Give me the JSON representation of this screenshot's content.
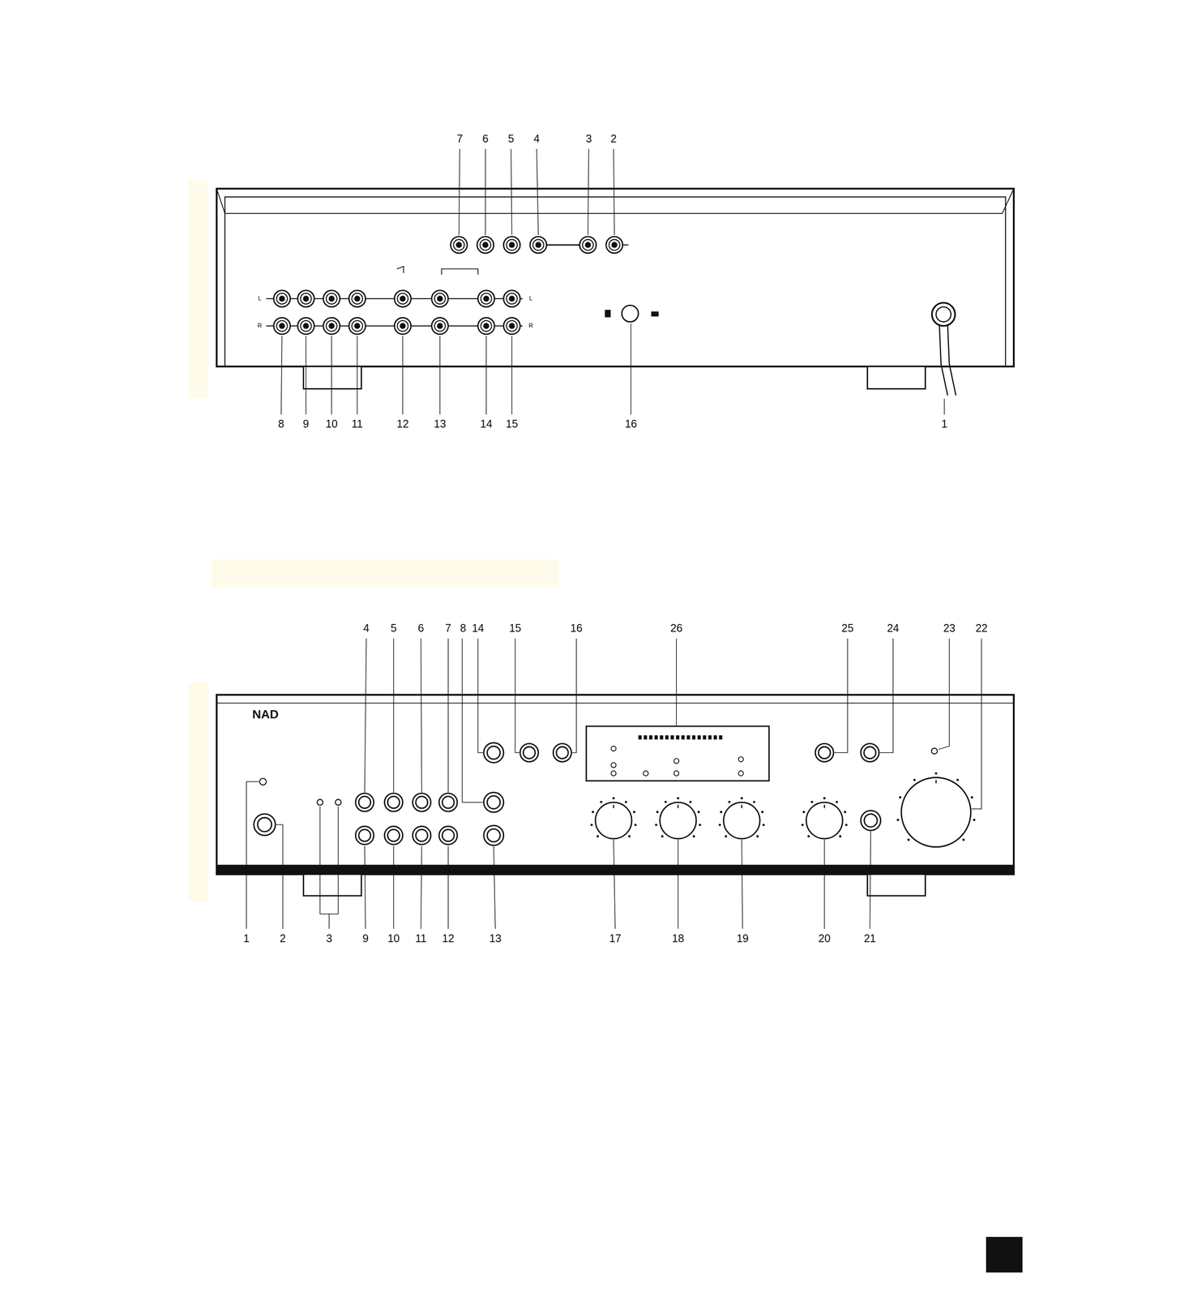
{
  "diagram": {
    "labels": [
      "7",
      "6",
      "5",
      "4",
      "3",
      "2",
      "8",
      "9",
      "10",
      "11",
      "12",
      "13",
      "14",
      "15",
      "16",
      "1",
      "L",
      "R",
      "L",
      "R",
      "NAD",
      "4",
      "5",
      "6",
      "7",
      "8",
      "14",
      "15",
      "16",
      "26",
      "25",
      "24",
      "23",
      "22",
      "1",
      "2",
      "3",
      "9",
      "10",
      "11",
      "12",
      "13",
      "17",
      "18",
      "19",
      "20",
      "21"
    ]
  }
}
